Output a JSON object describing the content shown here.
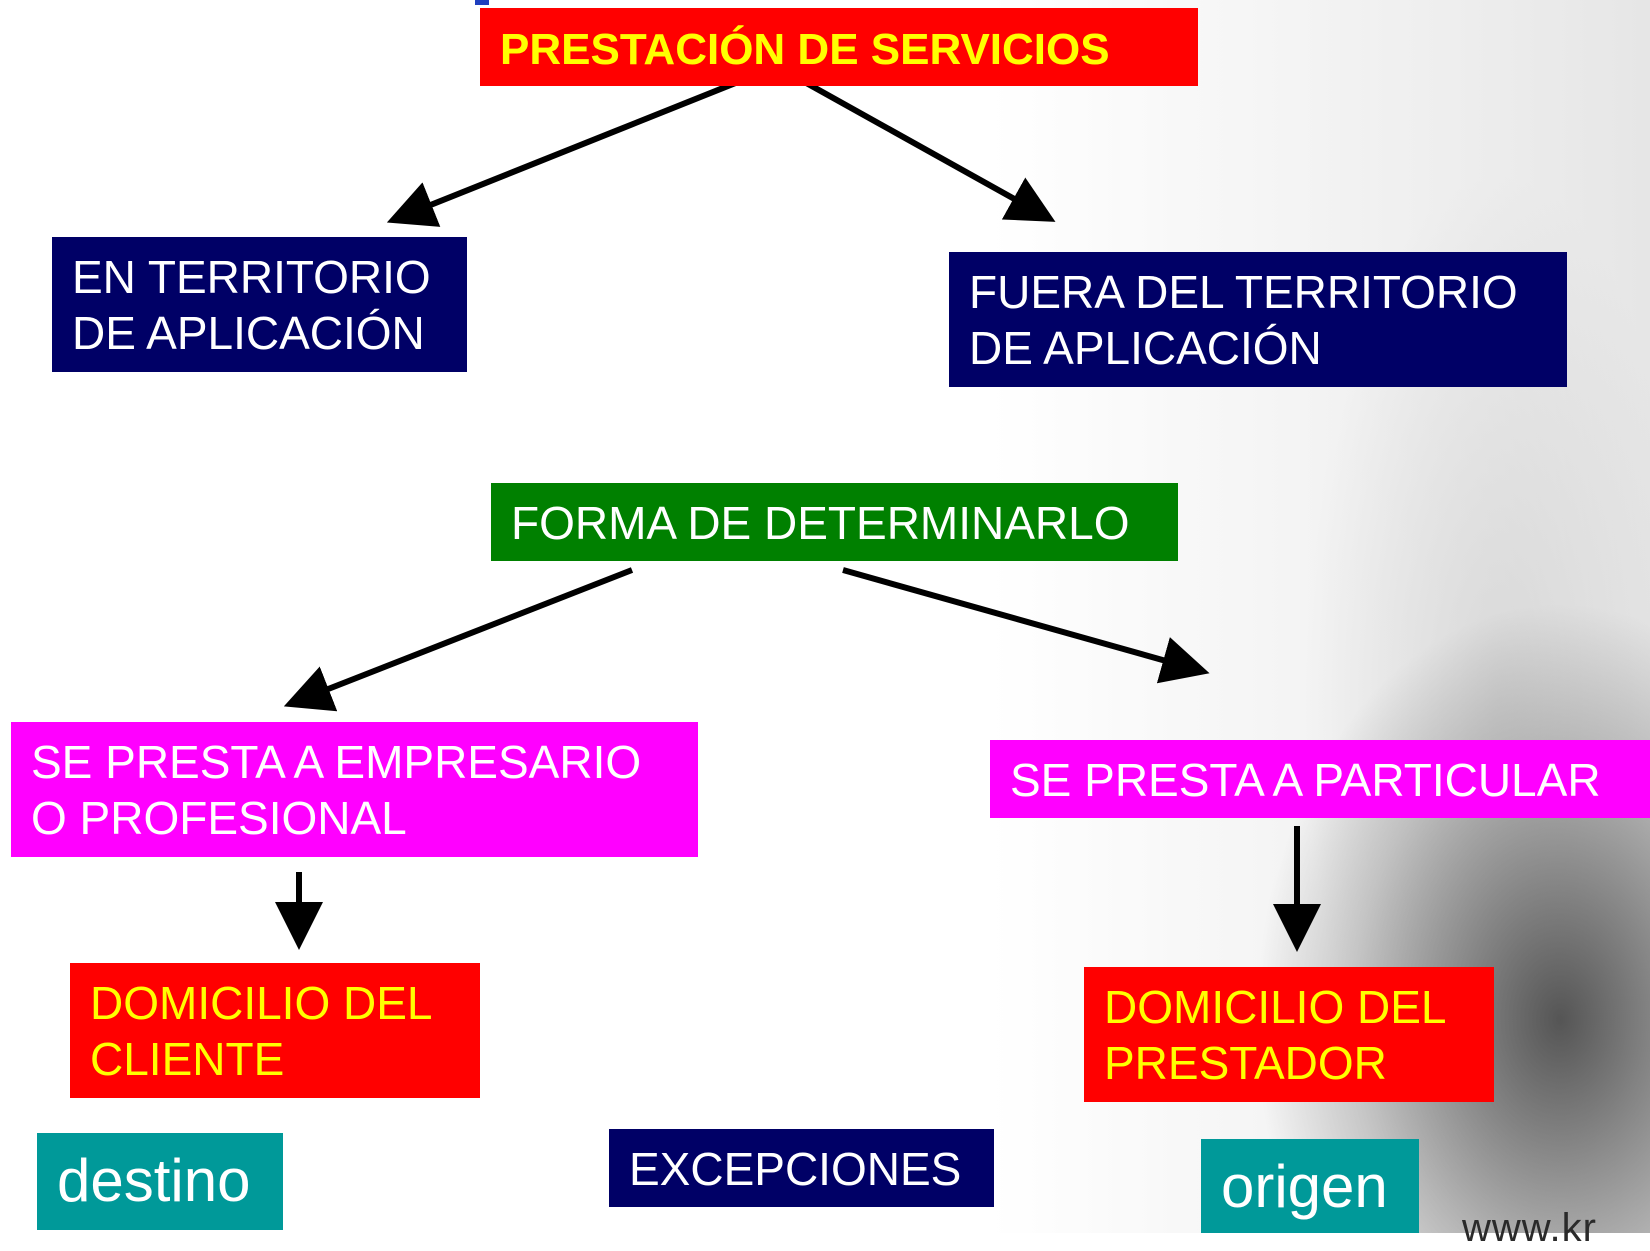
{
  "diagram": {
    "title": "PRESTACIÓN DE SERVICIOS",
    "left_branch": {
      "line1": "EN TERRITORIO",
      "line2": "DE APLICACIÓN"
    },
    "right_branch": {
      "line1": "FUERA DEL TERRITORIO",
      "line2": "DE APLICACIÓN"
    },
    "method": "FORMA DE DETERMINARLO",
    "to_business": {
      "line1": "SE PRESTA A EMPRESARIO",
      "line2": "O PROFESIONAL"
    },
    "to_individual": "SE PRESTA A PARTICULAR",
    "client_domicile": {
      "line1": "DOMICILIO DEL",
      "line2": "CLIENTE"
    },
    "provider_domicile": {
      "line1": "DOMICILIO DEL",
      "line2": "PRESTADOR"
    },
    "destination": "destino",
    "exceptions": "EXCEPCIONES",
    "origin": "origen",
    "watermark": "www.kr"
  },
  "colors": {
    "navy": "#000066",
    "red": "#ff0000",
    "yellow_text": "#ffff00",
    "green": "#008000",
    "magenta": "#ff00ff",
    "teal": "#009999"
  }
}
